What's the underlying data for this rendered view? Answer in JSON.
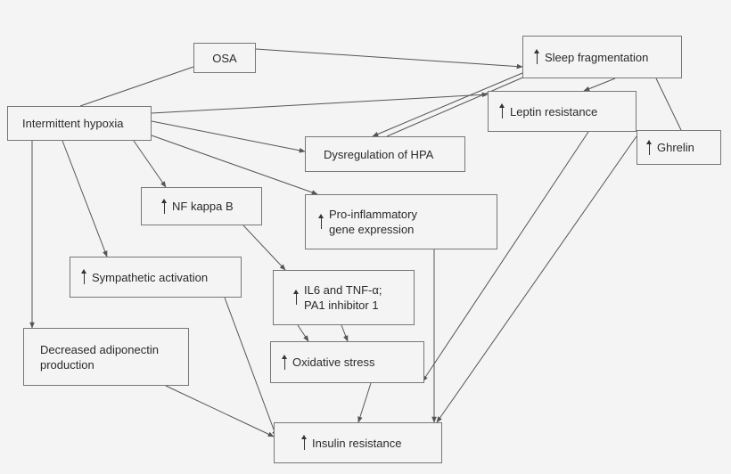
{
  "nodes": {
    "osa": {
      "label": "OSA",
      "increase": false
    },
    "intermittent_hypoxia": {
      "label": "Intermittent hypoxia",
      "increase": false
    },
    "sleep_fragmentation": {
      "label": "Sleep fragmentation",
      "increase": true
    },
    "leptin_resistance": {
      "label": "Leptin resistance",
      "increase": true
    },
    "ghrelin": {
      "label": "Ghrelin",
      "increase": true
    },
    "dysregulation_hpa": {
      "label": "Dysregulation of HPA",
      "increase": false
    },
    "nf_kappa_b": {
      "label": "NF kappa B",
      "increase": true
    },
    "pro_inflammatory": {
      "label": "Pro-inflammatory\ngene expression",
      "increase": true
    },
    "sympathetic_activation": {
      "label": "Sympathetic activation",
      "increase": true
    },
    "il6_tnf": {
      "label": "IL6 and TNF-α;\nPA1 inhibitor 1",
      "increase": true
    },
    "decreased_adiponectin": {
      "label": "Decreased adiponectin\nproduction",
      "increase": false
    },
    "oxidative_stress": {
      "label": "Oxidative stress",
      "increase": true
    },
    "insulin_resistance": {
      "label": "Insulin resistance",
      "increase": true
    }
  },
  "edges": [
    {
      "from": "osa",
      "to": "intermittent_hypoxia",
      "arrow": false
    },
    {
      "from": "osa",
      "to": "sleep_fragmentation",
      "arrow": true
    },
    {
      "from": "intermittent_hypoxia",
      "to": "leptin_resistance",
      "arrow": true
    },
    {
      "from": "intermittent_hypoxia",
      "to": "dysregulation_hpa",
      "arrow": true
    },
    {
      "from": "intermittent_hypoxia",
      "to": "nf_kappa_b",
      "arrow": true
    },
    {
      "from": "intermittent_hypoxia",
      "to": "pro_inflammatory",
      "arrow": true
    },
    {
      "from": "intermittent_hypoxia",
      "to": "sympathetic_activation",
      "arrow": true
    },
    {
      "from": "intermittent_hypoxia",
      "to": "decreased_adiponectin",
      "arrow": true
    },
    {
      "from": "sleep_fragmentation",
      "to": "leptin_resistance",
      "arrow": true
    },
    {
      "from": "sleep_fragmentation",
      "to": "dysregulation_hpa",
      "arrow": true
    },
    {
      "from": "dysregulation_hpa",
      "to": "sleep_fragmentation",
      "arrow": true
    },
    {
      "from": "sleep_fragmentation",
      "to": "ghrelin",
      "arrow": false
    },
    {
      "from": "ghrelin",
      "to": "insulin_resistance",
      "arrow": true
    },
    {
      "from": "leptin_resistance",
      "to": "oxidative_stress",
      "arrow": true
    },
    {
      "from": "nf_kappa_b",
      "to": "il6_tnf",
      "arrow": true
    },
    {
      "from": "il6_tnf",
      "to": "oxidative_stress",
      "arrow": true
    },
    {
      "from": "pro_inflammatory",
      "to": "insulin_resistance",
      "arrow": true
    },
    {
      "from": "sympathetic_activation",
      "to": "insulin_resistance",
      "arrow": true
    },
    {
      "from": "decreased_adiponectin",
      "to": "insulin_resistance",
      "arrow": true
    },
    {
      "from": "oxidative_stress",
      "to": "insulin_resistance",
      "arrow": true
    }
  ],
  "colors": {
    "line": "#555555",
    "border": "#777777",
    "background": "#f4f4f4"
  }
}
